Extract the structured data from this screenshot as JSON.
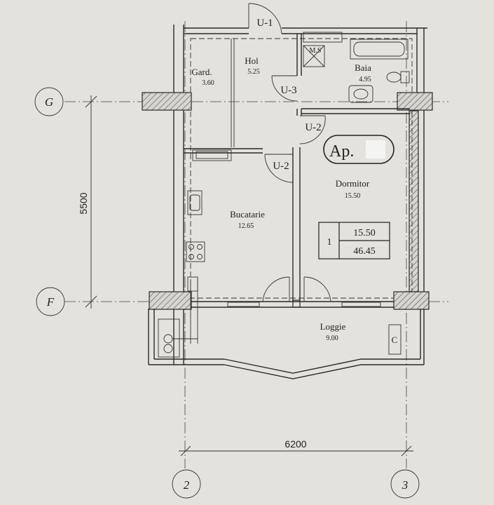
{
  "plan": {
    "apartment_label": "Ap.",
    "rooms": {
      "gard": {
        "name": "Gard.",
        "area": "3.60"
      },
      "hol": {
        "name": "Hol",
        "area": "5.25"
      },
      "baia": {
        "name": "Baia",
        "area": "4.95"
      },
      "dormitor": {
        "name": "Dormitor",
        "area": "15.50"
      },
      "bucatarie": {
        "name": "Bucatarie",
        "area": "12.65"
      },
      "loggie": {
        "name": "Loggie",
        "area": "9.00"
      }
    },
    "doors": {
      "u1": "U-1",
      "u3": "U-3",
      "u2_top": "U-2",
      "u2_left": "U-2"
    },
    "fixtures": {
      "ms": "M.S",
      "c": "C"
    },
    "summary": {
      "rooms_count": "1",
      "living_area": "15.50",
      "total_area": "46.45"
    },
    "axes": {
      "g": "G",
      "f": "F",
      "two": "2",
      "three": "3"
    },
    "dimensions": {
      "vertical": "5500",
      "horizontal": "6200"
    }
  }
}
